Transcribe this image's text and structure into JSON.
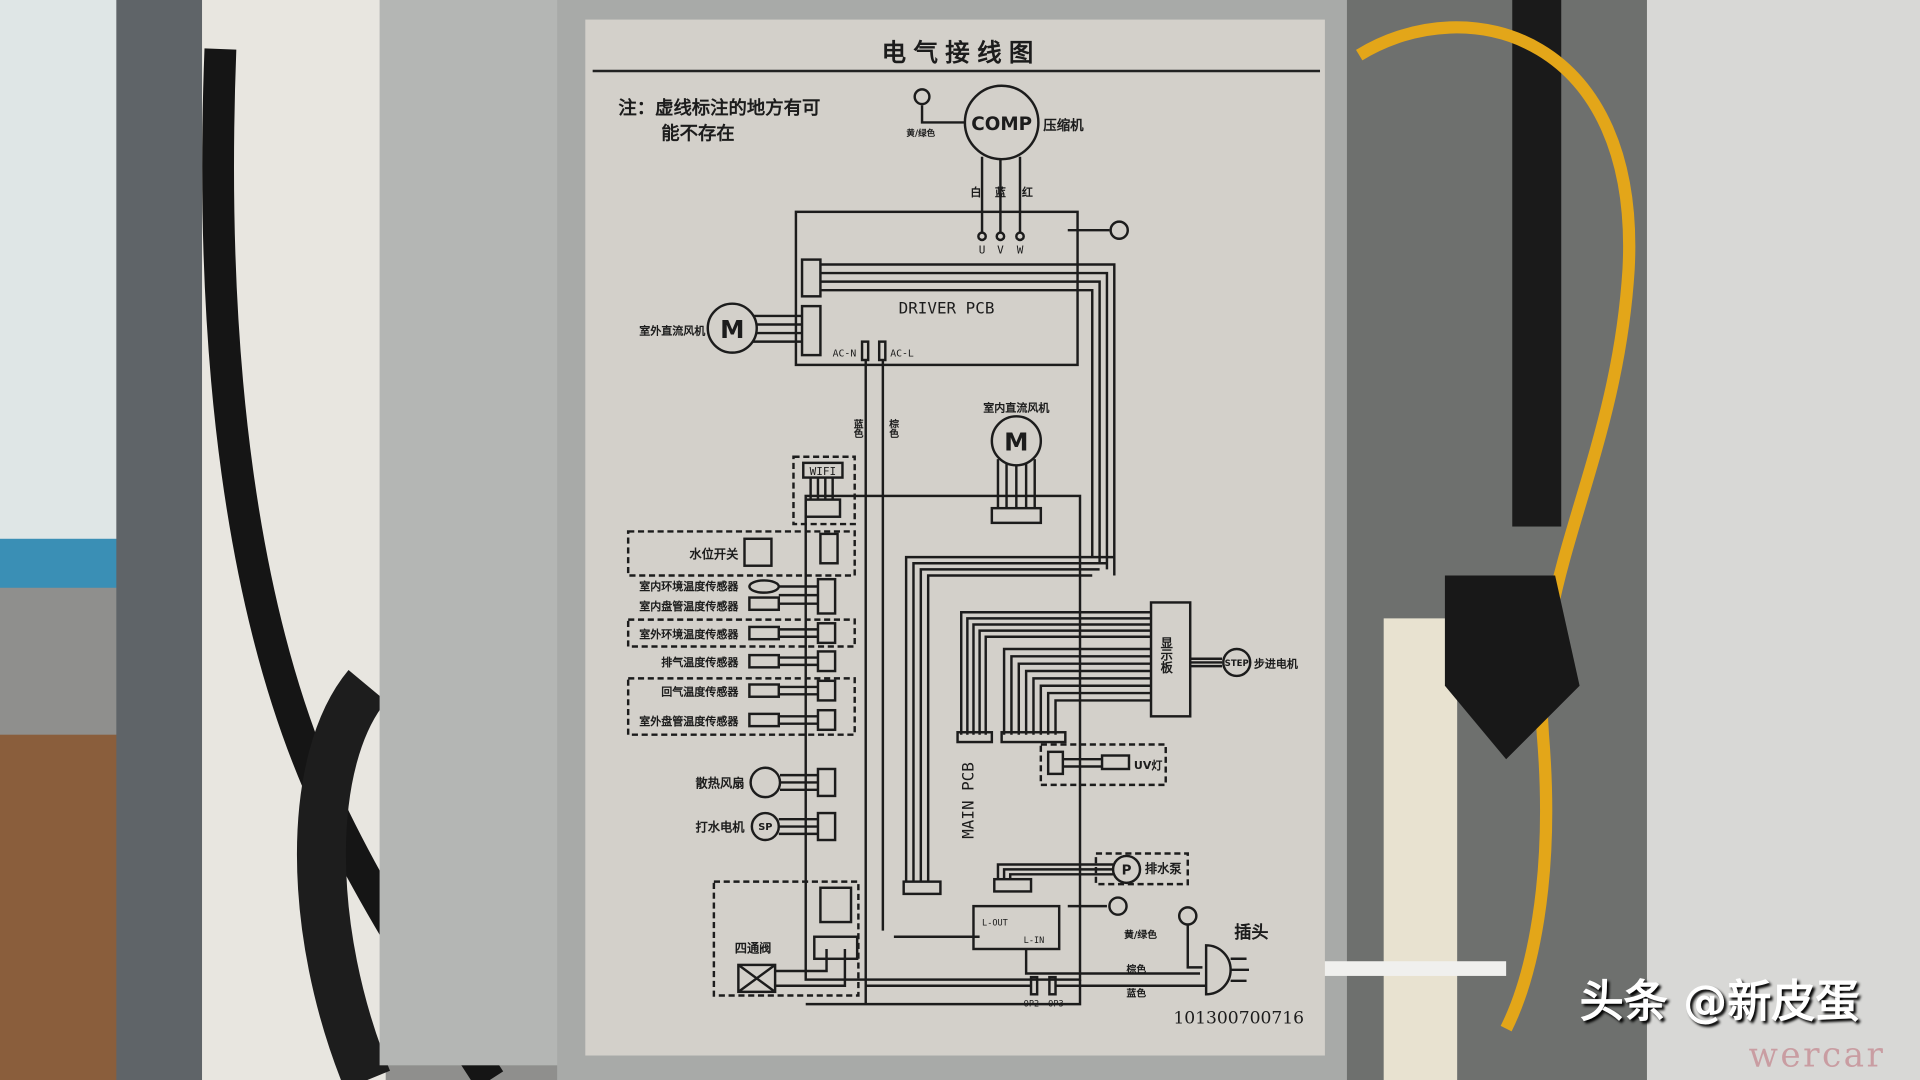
{
  "label": {
    "title": "电气接线图",
    "note_line1": "注：虚线标注的地方有可",
    "note_line2": "能不存在",
    "serial_number": "101300700716"
  },
  "compressor": {
    "symbol": "COMP",
    "name": "压缩机",
    "ground_color": "黄/绿色",
    "wire_colors": [
      "白",
      "蓝",
      "红"
    ],
    "terminals": [
      "U",
      "V",
      "W"
    ]
  },
  "driver_pcb": {
    "name": "DRIVER PCB",
    "ac_n": "AC-N",
    "ac_l": "AC-L",
    "wire_n": "蓝色",
    "wire_l": "棕色"
  },
  "outdoor_fan": {
    "symbol": "M",
    "name": "室外直流风机"
  },
  "indoor_fan": {
    "symbol": "M",
    "name": "室内直流风机"
  },
  "wifi": {
    "name": "WIFI"
  },
  "left_components": [
    {
      "name": "水位开关"
    },
    {
      "name": "室内环境温度传感器"
    },
    {
      "name": "室内盘管温度传感器"
    },
    {
      "name": "室外环境温度传感器"
    },
    {
      "name": "排气温度传感器"
    },
    {
      "name": "回气温度传感器"
    },
    {
      "name": "室外盘管温度传感器"
    },
    {
      "name": "散热风扇"
    },
    {
      "name": "打水电机",
      "symbol": "SP"
    },
    {
      "name": "四通阀"
    }
  ],
  "main_pcb": {
    "name": "MAIN PCB",
    "l_out": "L-OUT",
    "l_in": "L-IN",
    "op2": "OP2",
    "op3": "OP3"
  },
  "display_board": {
    "name": "显示板"
  },
  "stepper_motor": {
    "symbol": "STEP",
    "name": "步进电机"
  },
  "uv_lamp": {
    "name": "UV灯"
  },
  "drain_pump": {
    "symbol": "P",
    "name": "排水泵"
  },
  "plug": {
    "name": "插头",
    "ground_wire": "黄/绿色",
    "live_wire": "棕色",
    "neutral_wire": "蓝色"
  },
  "watermark": {
    "text": "头条 @新皮蛋",
    "faint": "wercar"
  }
}
